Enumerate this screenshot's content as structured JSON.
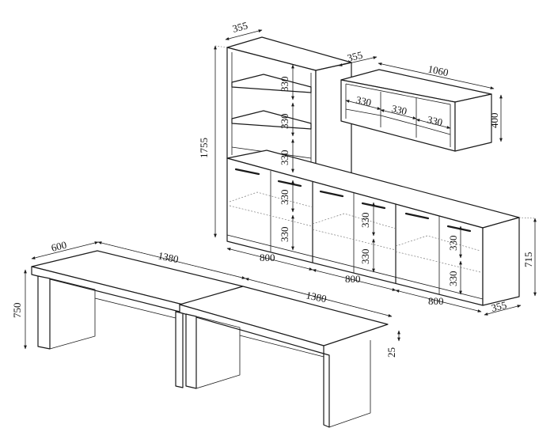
{
  "dimensions": {
    "bookcase_depth": "355",
    "bookcase_height": "1755",
    "shelf_1": "330",
    "shelf_2": "330",
    "shelf_3": "330",
    "wall_cabinet_depth": "355",
    "wall_cabinet_width": "1060",
    "wall_cabinet_height": "400",
    "wall_cell_1": "330",
    "wall_cell_2": "330",
    "wall_cell_3": "330",
    "credenza_shelf_upper_1": "330",
    "credenza_shelf_lower_1": "330",
    "credenza_shelf_upper_2": "330",
    "credenza_shelf_lower_2": "330",
    "credenza_shelf_upper_3": "330",
    "credenza_shelf_lower_3": "330",
    "module_width_1": "800",
    "module_width_2": "800",
    "module_width_3": "800",
    "credenza_height": "715",
    "credenza_depth": "355",
    "desk_depth": "600",
    "desk_1_length": "1380",
    "desk_2_length": "1380",
    "desk_height": "750",
    "desk_top_thickness": "25"
  }
}
